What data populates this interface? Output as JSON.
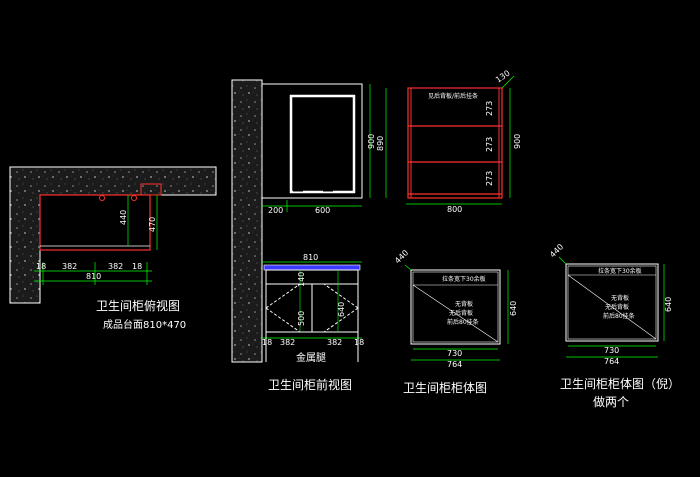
{
  "plan_view": {
    "title": "卫生间柜俯视图",
    "subtitle": "成品台面810*470",
    "dims": {
      "depth_inner": "440",
      "depth_outer": "470",
      "left": "18",
      "seg_a": "382",
      "seg_b": "382",
      "right": "18",
      "total": "810"
    }
  },
  "front_view": {
    "title": "卫生间柜前视图",
    "dims": {
      "mirror_h": "900",
      "mirror_gap": "200",
      "mirror_w": "600",
      "top_w": "810",
      "top_h": "140",
      "door_h": "500",
      "cab_h": "640",
      "left": "18",
      "seg_a": "382",
      "seg_b": "382",
      "right": "18"
    },
    "leg_label": "金属腿"
  },
  "shelf_elevation": {
    "top_note": "见后背板/前后挂条",
    "dims": {
      "depth": "130",
      "total_h": "900",
      "inner_h": "890",
      "row1": "273",
      "row2": "273",
      "row3": "273",
      "width": "800"
    }
  },
  "cabinet_body_1": {
    "title": "卫生间柜柜体图",
    "top_strip": "拉条宽下30余板",
    "notes": [
      "无背板",
      "无后背板",
      "前后80挂条"
    ],
    "dims": {
      "depth": "440",
      "height": "640",
      "inner_w": "730",
      "outer_w": "764"
    }
  },
  "cabinet_body_2": {
    "title_line1": "卫生间柜柜体图（倪）",
    "title_line2": "做两个",
    "top_strip": "拉条宽下30余板",
    "notes": [
      "无背板",
      "无后背板",
      "前后80挂条"
    ],
    "dims": {
      "depth": "440",
      "height": "640",
      "inner_w": "730",
      "outer_w": "764"
    }
  },
  "colors": {
    "background": "#000000",
    "line": "#ffffff",
    "dim": "#00ff00",
    "red": "#ff3030",
    "blue": "#3b3bff",
    "wall": "#1a1a1a"
  }
}
